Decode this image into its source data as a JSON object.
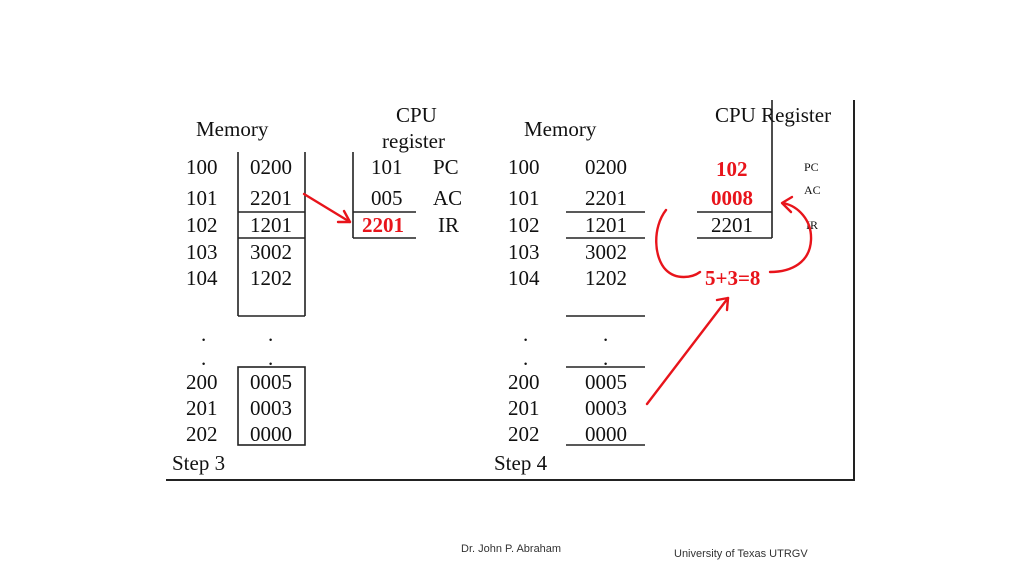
{
  "step3": {
    "memory_title": "Memory",
    "cpu_title_line1": "CPU",
    "cpu_title_line2": "register",
    "rows": [
      {
        "addr": "100",
        "val": "0200"
      },
      {
        "addr": "101",
        "val": "2201"
      },
      {
        "addr": "102",
        "val": "1201"
      },
      {
        "addr": "103",
        "val": "3002"
      },
      {
        "addr": "104",
        "val": "1202"
      }
    ],
    "dots_addr": ".",
    "dots_val": ".",
    "data_rows": [
      {
        "addr": "200",
        "val": "0005"
      },
      {
        "addr": "201",
        "val": "0003"
      },
      {
        "addr": "202",
        "val": "0000"
      }
    ],
    "registers": [
      {
        "value": "101",
        "name": "PC"
      },
      {
        "value": "005",
        "name": "AC"
      },
      {
        "value": "2201",
        "name": "IR"
      }
    ],
    "label": "Step 3"
  },
  "step4": {
    "memory_title": "Memory",
    "cpu_title": "CPU Register",
    "rows": [
      {
        "addr": "100",
        "val": "0200"
      },
      {
        "addr": "101",
        "val": "2201"
      },
      {
        "addr": "102",
        "val": "1201"
      },
      {
        "addr": "103",
        "val": "3002"
      },
      {
        "addr": "104",
        "val": "1202"
      }
    ],
    "dots_addr": ".",
    "dots_val": ".",
    "data_rows": [
      {
        "addr": "200",
        "val": "0005"
      },
      {
        "addr": "201",
        "val": "0003"
      },
      {
        "addr": "202",
        "val": "0000"
      }
    ],
    "registers": [
      {
        "value": "102",
        "name": "PC"
      },
      {
        "value": "0008",
        "name": "AC"
      },
      {
        "value": "2201",
        "name": "IR"
      }
    ],
    "sum": "5+3=8",
    "label": "Step 4"
  },
  "footer": {
    "author": "Dr. John P. Abraham",
    "institution": "University of Texas UTRGV"
  },
  "colors": {
    "highlight": "#e8141b",
    "ink": "#111111"
  }
}
